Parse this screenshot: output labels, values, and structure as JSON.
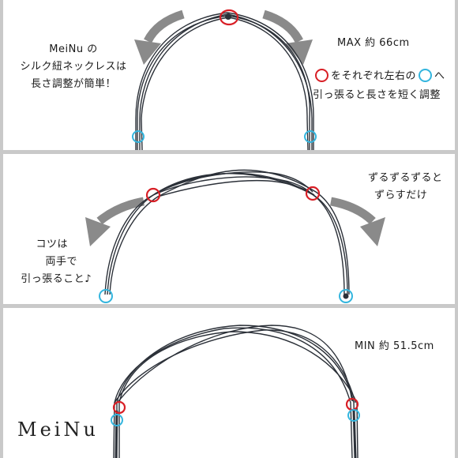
{
  "colors": {
    "rope": "#2b3038",
    "red_ring": "#d81f26",
    "blue_ring": "#33b5de",
    "arrow": "#8a8a8a"
  },
  "panel1": {
    "left_text": [
      "MeiNu の",
      "シルク紐ネックレスは",
      "長さ調整が簡単！"
    ],
    "max_label": "MAX 約 66cm",
    "instruction_line1_after": "をそれぞれ左右の",
    "instruction_line1_end": "へ",
    "instruction_line2": "引っ張ると長さを短く調整"
  },
  "panel2": {
    "right_text": [
      "ずるずるずると",
      "ずらすだけ"
    ],
    "left_text": [
      "コツは",
      "両手で",
      "引っ張ること♪"
    ]
  },
  "panel3": {
    "min_label": "MIN 約 51.5cm",
    "logo": "MeiNu"
  }
}
